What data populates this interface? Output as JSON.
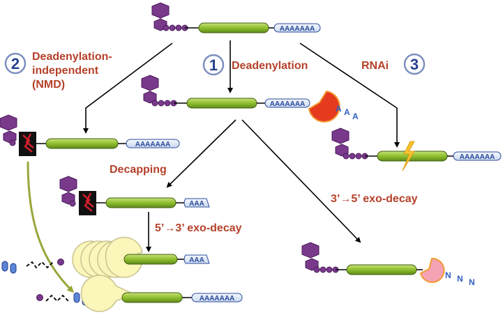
{
  "labels": {
    "deadenylation": "Deadenylation",
    "deadenylation_independent_line1": "Deadenylation-",
    "deadenylation_independent_line2": "independent",
    "deadenylation_independent_line3": "(NMD)",
    "rnai": "RNAi",
    "decapping": "Decapping",
    "exo_5to3": "5’→3’ exo-decay",
    "exo_3to5": "3’→5’ exo-decay"
  },
  "pathway_numbers": {
    "one": "1",
    "two": "2",
    "three": "3"
  },
  "polyA": {
    "full": "AAAAAAA",
    "partial": "AAA",
    "released": [
      "A",
      "A",
      "A"
    ],
    "released_n": [
      "N",
      "N",
      "N"
    ]
  },
  "colors": {
    "cds_green": "#8fbf2e",
    "polyA_fill": "#dfe9f7",
    "cap_purple": "#7a3a8c",
    "label_red": "#b5412a",
    "number_blue": "#27418f",
    "exonuclease_red": "#e53a1e",
    "exonuclease_pink": "#f4a3b4",
    "xrn_yellow": "#fbf6b9",
    "arrow_olive": "#9aa63a",
    "siRNA_yellow": "#f7c531"
  }
}
